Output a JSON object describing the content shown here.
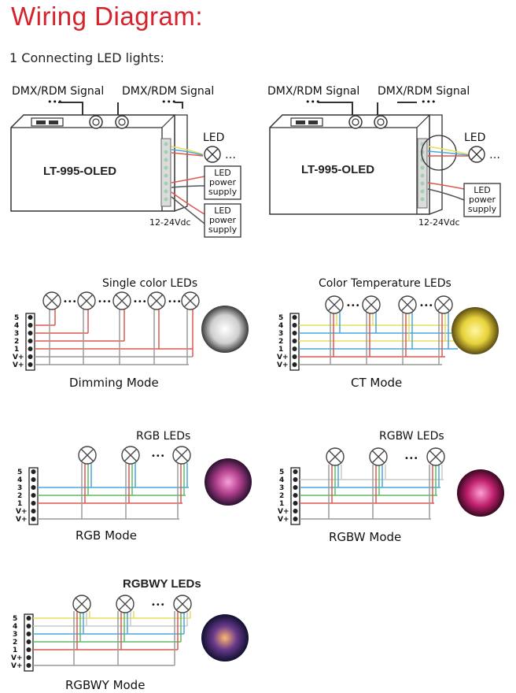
{
  "title": "Wiring Diagram:",
  "subtitle": "1 Connecting LED lights:",
  "controllers": [
    {
      "signal_left": "DMX/RDM Signal",
      "signal_right": "DMX/RDM Signal",
      "model": "LT-995-OLED",
      "led_label": "LED",
      "supplies": [
        "LED power supply",
        "LED power supply"
      ],
      "voltage": "12-24Vdc"
    },
    {
      "signal_left": "DMX/RDM Signal",
      "signal_right": "DMX/RDM Signal",
      "model": "LT-995-OLED",
      "led_label": "LED",
      "supplies": [
        "LED power supply"
      ],
      "voltage": "12-24Vdc"
    }
  ],
  "pins": [
    "5",
    "4",
    "3",
    "2",
    "1",
    "V+",
    "V+"
  ],
  "modes": [
    {
      "id": "dimming",
      "leds_title": "Single color LEDs",
      "mode_label": "Dimming Mode"
    },
    {
      "id": "ct",
      "leds_title": "Color Temperature LEDs",
      "mode_label": "CT Mode"
    },
    {
      "id": "rgb",
      "leds_title": "RGB LEDs",
      "mode_label": "RGB Mode"
    },
    {
      "id": "rgbw",
      "leds_title": "RGBW LEDs",
      "mode_label": "RGBW Mode"
    },
    {
      "id": "rgbwy",
      "leds_title": "RGBWY LEDs",
      "mode_label": "RGBWY Mode"
    }
  ],
  "ellipsis": "•••",
  "colors": {
    "title": "#d6232b",
    "red": "#e0564f",
    "blue": "#4aa6dc",
    "yellow": "#e6de5c",
    "green": "#5dbb63",
    "gray": "#9a9a9a"
  }
}
